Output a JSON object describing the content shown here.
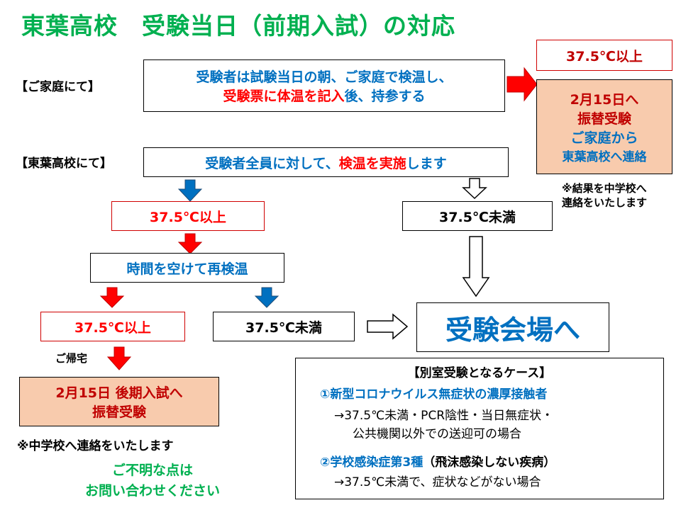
{
  "title": "東葉高校　受験当日（前期入試）の対応",
  "home": {
    "label": "【ご家庭にて】",
    "line1": "受験者は試験当日の朝、ご家庭で検温し、",
    "line2_red": "受験票に体温を記入",
    "line2_blue": "後、持参する"
  },
  "right": {
    "threshold": "37.5℃以上",
    "line1": "2月15日へ",
    "line2": "振替受験",
    "line3": "ご家庭から",
    "line4": "東葉高校へ連絡",
    "note1": "※結果を中学校へ",
    "note2": "連絡をいたします"
  },
  "school": {
    "label": "【東葉高校にて】",
    "text_blue": "受験者全員に対して、",
    "text_red": "検温を実施",
    "text_blue2": "します"
  },
  "flow": {
    "over1": "37.5℃以上",
    "under_right": "37.5℃未満",
    "recheck": "時間を空けて再検温",
    "over2": "37.5℃以上",
    "under2": "37.5℃未満",
    "venue": "受験会場へ",
    "go_home": "ご帰宅",
    "later_line1": "2月15日 後期入試へ",
    "later_line2": "振替受験",
    "contact_note": "※中学校へ連絡をいたします"
  },
  "contact": {
    "line1": "ご不明な点は",
    "line2": "お問い合わせください"
  },
  "cases": {
    "heading": "【別室受験となるケース】",
    "case1_title": "①新型コロナウイルス無症状の濃厚接触者",
    "case1_line1": "→37.5℃未満・PCR陰性・当日無症状・",
    "case1_line2": "公共機関以外での送迎可の場合",
    "case2_title": "②学校感染症第3種",
    "case2_note": "（飛沫感染しない疾病）",
    "case2_line1": "→37.5℃未満で、症状などがない場合"
  },
  "colors": {
    "title_green": "#00b050",
    "blue": "#0070c0",
    "red": "#ff0000",
    "dark_red": "#c00000",
    "salmon": "#f8cbad"
  }
}
